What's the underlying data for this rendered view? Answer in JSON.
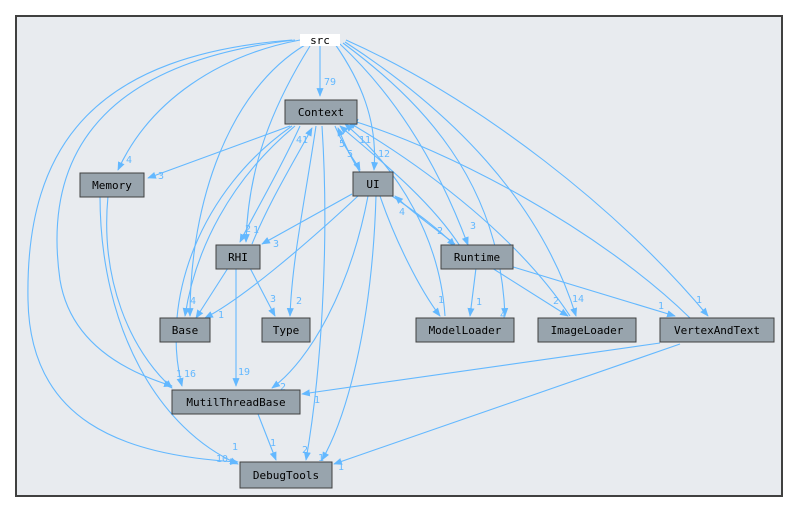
{
  "colors": {
    "page_background": "#ffffff",
    "panel_fill": "#e8ebef",
    "panel_border": "#404040",
    "node_fill": "#98a4ad",
    "node_border": "#404040",
    "edge": "#63b8ff",
    "root_fill": "#ffffff"
  },
  "root": {
    "id": "src",
    "label": "src"
  },
  "nodes": [
    {
      "id": "context",
      "label": "Context"
    },
    {
      "id": "ui",
      "label": "UI"
    },
    {
      "id": "memory",
      "label": "Memory"
    },
    {
      "id": "rhi",
      "label": "RHI"
    },
    {
      "id": "runtime",
      "label": "Runtime"
    },
    {
      "id": "base",
      "label": "Base"
    },
    {
      "id": "type",
      "label": "Type"
    },
    {
      "id": "modelloader",
      "label": "ModelLoader"
    },
    {
      "id": "imageloader",
      "label": "ImageLoader"
    },
    {
      "id": "vertexandtext",
      "label": "VertexAndText"
    },
    {
      "id": "mutilthreadbase",
      "label": "MutilThreadBase"
    },
    {
      "id": "debugtools",
      "label": "DebugTools"
    }
  ],
  "edge_labels": [
    "79",
    "4",
    "3",
    "41",
    "5",
    "5",
    "11",
    "12",
    "3",
    "2",
    "4",
    "3",
    "2",
    "1",
    "2",
    "1",
    "4",
    "1",
    "4",
    "3",
    "2",
    "1",
    "1",
    "1",
    "1",
    "16",
    "19",
    "2",
    "1",
    "1",
    "2",
    "10",
    "1",
    "1",
    "14",
    "1"
  ]
}
